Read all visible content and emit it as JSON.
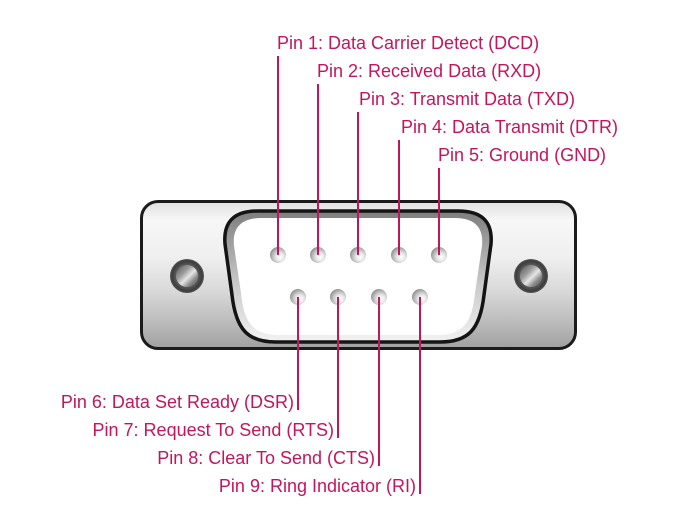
{
  "colors": {
    "accent": "#c4155c",
    "outline": "#1b1b1b",
    "shell-light": "#f7f7f7",
    "shell-dark": "#a2a2a2",
    "interior": "#ffffff"
  },
  "diagram": {
    "name": "db9-male-serial-connector-pinout",
    "pin_count": 9,
    "pin_rows": {
      "top": [
        1,
        2,
        3,
        4,
        5
      ],
      "bottom": [
        6,
        7,
        8,
        9
      ]
    }
  },
  "pins": [
    {
      "number": 1,
      "row": "top",
      "signal": "DCD",
      "label": "Pin 1: Data Carrier Detect (DCD)"
    },
    {
      "number": 2,
      "row": "top",
      "signal": "RXD",
      "label": "Pin 2: Received Data (RXD)"
    },
    {
      "number": 3,
      "row": "top",
      "signal": "TXD",
      "label": "Pin 3: Transmit Data (TXD)"
    },
    {
      "number": 4,
      "row": "top",
      "signal": "DTR",
      "label": "Pin 4: Data Transmit (DTR)"
    },
    {
      "number": 5,
      "row": "top",
      "signal": "GND",
      "label": "Pin 5: Ground (GND)"
    },
    {
      "number": 6,
      "row": "bottom",
      "signal": "DSR",
      "label": "Pin 6: Data Set Ready (DSR)"
    },
    {
      "number": 7,
      "row": "bottom",
      "signal": "RTS",
      "label": "Pin 7: Request To Send (RTS)"
    },
    {
      "number": 8,
      "row": "bottom",
      "signal": "CTS",
      "label": "Pin 8: Clear To Send (CTS)"
    },
    {
      "number": 9,
      "row": "bottom",
      "signal": "RI",
      "label": "Pin 9: Ring Indicator (RI)"
    }
  ]
}
